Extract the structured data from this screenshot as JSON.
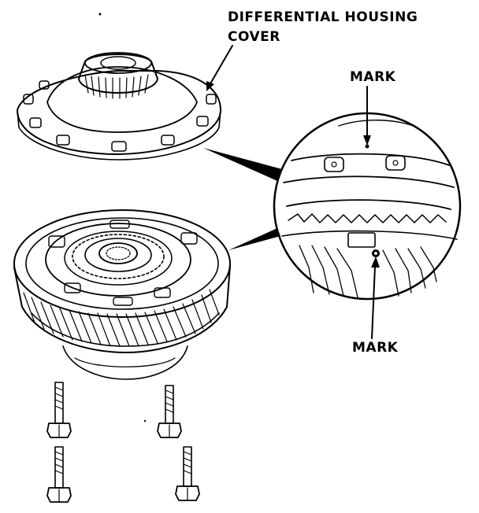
{
  "labels": {
    "cover_line1": "DIFFERENTIAL HOUSING",
    "cover_line2": "COVER",
    "mark_top": "MARK",
    "mark_bottom": "MARK"
  },
  "colors": {
    "ink": "#000000",
    "paper": "#ffffff"
  }
}
